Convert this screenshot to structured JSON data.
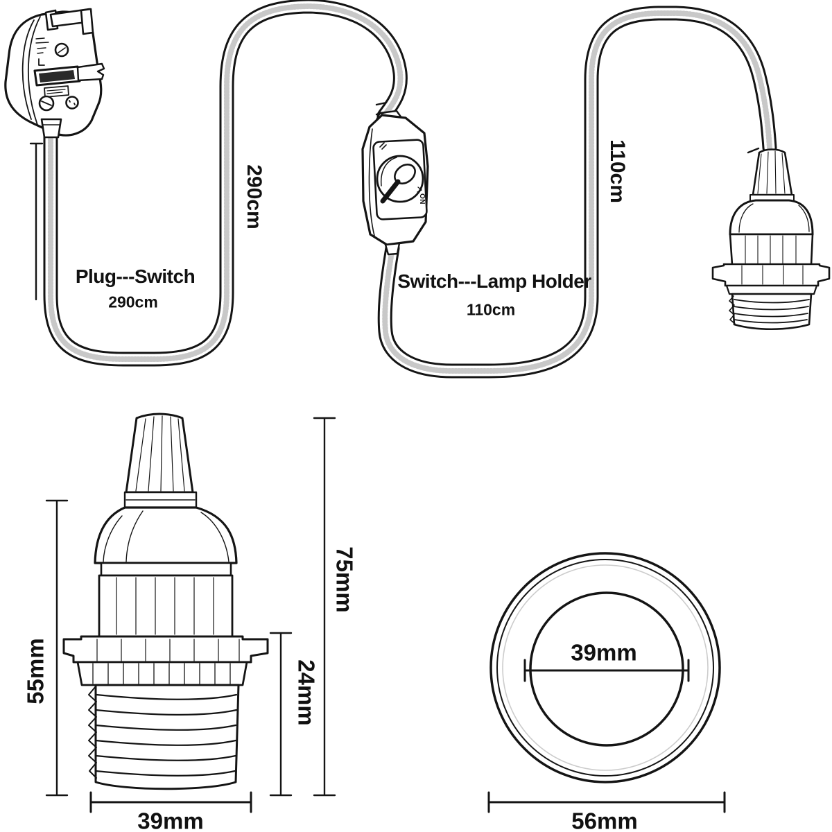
{
  "title": "Lamp cord set dimension diagram",
  "colors": {
    "ink": "#141414",
    "background": "#ffffff",
    "shade": "#999999"
  },
  "top_assembly": {
    "segment1": {
      "label": "Plug---Switch",
      "length": "290cm"
    },
    "segment2": {
      "label": "Switch---Lamp Holder",
      "length": "110cm"
    },
    "switch": {
      "on_label": "ON"
    }
  },
  "holder_detail": {
    "body_height": "55mm",
    "total_height": "75mm",
    "thread_height": "24mm",
    "thread_diameter": "39mm"
  },
  "ring_detail": {
    "inner_diameter": "39mm",
    "outer_diameter": "56mm"
  }
}
